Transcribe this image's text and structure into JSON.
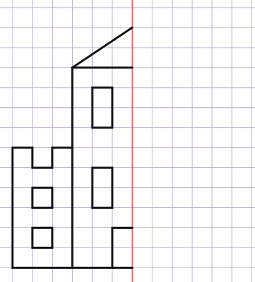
{
  "colors": {
    "background": "#ffffff",
    "grid": "#b7a9c9",
    "mirror_line": "#e23a3a",
    "figure": "#111111"
  },
  "figure": {
    "kind": "half-building drawn on squared paper, to be mirrored across the red line",
    "cell_counts": {
      "columns": 12,
      "rows": 13
    }
  }
}
